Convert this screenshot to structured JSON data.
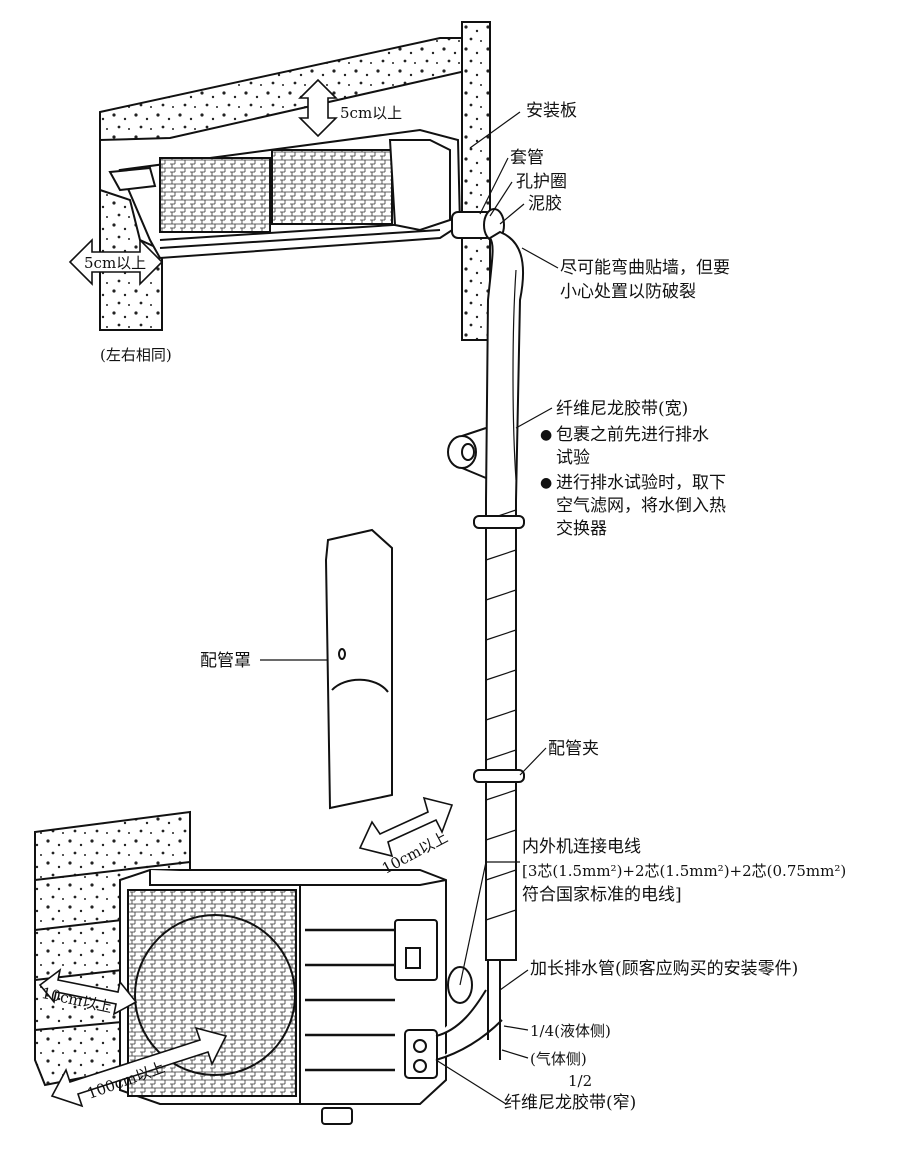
{
  "labels": {
    "mounting_plate": "安装板",
    "sleeve": "套管",
    "grommet": "孔护圈",
    "putty": "泥胶",
    "bend_note_1": "尽可能弯曲贴墙，但要",
    "bend_note_2": "小心处置以防破裂",
    "top_clearance": "5cm以上",
    "side_clearance": "5cm以上",
    "same_lr": "(左右相同)",
    "tape_wide": "纤维尼龙胶带(宽)",
    "drain_test_1": "包裹之前先进行排水",
    "drain_test_2": "试验",
    "filter_1": "进行排水试验时，取下",
    "filter_2": "空气滤网，将水倒入热",
    "filter_3": "交换器",
    "pipe_cover": "配管罩",
    "pipe_clamp": "配管夹",
    "cable_1": "内外机连接电线",
    "cable_2": "[3芯(1.5mm²)+2芯(1.5mm²)+2芯(0.75mm²)",
    "cable_3": "符合国家标准的电线]",
    "drain_ext": "加长排水管(顾客应购买的安装零件)",
    "liquid_side": "1/4(液体侧)",
    "gas_side": "(气体侧)",
    "half": "1/2",
    "tape_narrow": "纤维尼龙胶带(窄)",
    "clear_10_top": "10cm以上",
    "clear_10_left": "10cm以上",
    "clear_100": "100cm以上"
  },
  "icons": {
    "bullet": "●"
  }
}
